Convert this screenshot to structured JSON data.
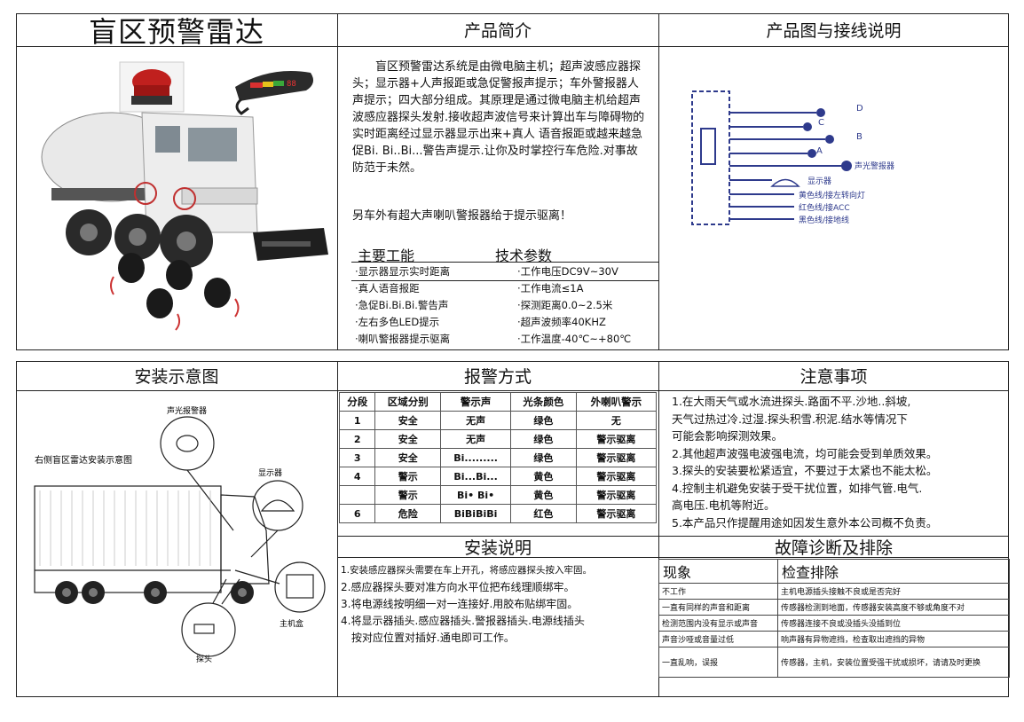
{
  "top": {
    "title": "盲区预警雷达",
    "intro_header": "产品简介",
    "wiring_header": "产品图与接线说明",
    "intro_paragraph": "盲区预警雷达系统是由微电脑主机；超声波感应器探头；显示器+人声报距或急促警报声提示；车外警报器人声提示；四大部分组成。其原理是通过微电脑主机给超声波感应器探头发射.接收超声波信号来计算出车与障碍物的实时距离经过显示器显示出来+真人  语音报距或越来越急促Bi. Bi..Bi...警告声提示.让你及时掌控行车危险.对事故防范于未然。",
    "extra_note": "另车外有超大声喇叭警报器给于提示驱离！",
    "functions_header": "主要工能",
    "specs_header": "技术参数",
    "functions": [
      "·显示器显示实时距离",
      "·真人语音报距",
      "·急促Bi.Bi.Bi.警告声",
      "·左右多色LED提示",
      "·喇叭警报器提示驱离"
    ],
    "specs": [
      "·工作电压DC9V~30V",
      "·工作电流≤1A",
      "·探测距离0.0~2.5米",
      "·超声波频率40KHZ",
      "·工作温度-40℃~+80℃"
    ],
    "wiring_labels": {
      "d": "D",
      "c": "C",
      "b": "B",
      "a": "A",
      "alarm": "声光警报器",
      "display": "显示器",
      "yellow": "黄色线/接左转向灯",
      "red": "红色线/接ACC",
      "black": "黑色线/接地线"
    },
    "display_digits": "88"
  },
  "bottom": {
    "install_diagram_header": "安装示意图",
    "alarm_mode_header": "报警方式",
    "notes_header": "注意事项",
    "install_instructions_header": "安装说明",
    "fault_header": "故障诊断及排除",
    "diagram_labels": {
      "title": "右侧盲区雷达安装示意图",
      "alarm": "声光报警器",
      "display": "显示器",
      "host": "主机盒",
      "probe": "探头"
    },
    "alarm_table": {
      "headers": [
        "分段",
        "区域分别",
        "警示声",
        "光条颜色",
        "外喇叭警示"
      ],
      "rows": [
        [
          "1",
          "安全",
          "无声",
          "绿色",
          "无"
        ],
        [
          "2",
          "安全",
          "无声",
          "绿色",
          "警示驱离"
        ],
        [
          "3",
          "安全",
          "Bi.........",
          "绿色",
          "警示驱离"
        ],
        [
          "4",
          "警示",
          "Bi...Bi...",
          "黄色",
          "警示驱离"
        ],
        [
          "",
          "警示",
          "Bi• Bi•",
          "黄色",
          "警示驱离"
        ],
        [
          "6",
          "危险",
          "BiBiBiBi",
          "红色",
          "警示驱离"
        ]
      ]
    },
    "notes": [
      "1.在大雨天气或水流进探头.路面不平.沙地..斜坡,",
      "天气过热过冷.过湿.探头积雪.积泥.结水等情况下",
      "可能会影响探测效果。",
      "2.其他超声波强电波强电流，均可能会受到单质效果。",
      "3.探头的安装要松紧适宜，不要过于太紧也不能太松。",
      "4.控制主机避免安装于受干扰位置，如排气管.电气.",
      "高电压.电机等附近。",
      "5.本产品只作提醒用途如因发生意外本公司概不负责。"
    ],
    "install_steps": [
      "1.安装感应器探头需要在车上开孔，将感应器探头按入牢固。",
      "2.感应器探头要对准方向水平位把布线理顺绑牢。",
      "3.将电源线按明细一对一连接好.用胶布贴绑牢固。",
      "4.将显示器插头.感应器插头.警报器插头.电源线插头",
      "按对应位置对插好.通电即可工作。"
    ],
    "fault_table": {
      "headers": [
        "现象",
        "检查排除"
      ],
      "rows": [
        [
          "不工作",
          "主机电源插头接触不良或是否完好"
        ],
        [
          "一直有同样的声音和距离",
          "传感器检测到地面，传感器安装高度不够或角度不对"
        ],
        [
          "检测范围内没有显示或声音",
          "传感器连接不良或没插头没插到位"
        ],
        [
          "声音沙哑或音量过低",
          "响声器有异物遮挡，检查取出遮挡的异物"
        ],
        [
          "一直乱响，误报",
          "传感器，主机，安装位置受强干扰或损坏，请请及时更换"
        ]
      ]
    }
  },
  "colors": {
    "line": "#222222",
    "connector_blue": "#2e3a8c",
    "green": "#3aa83a",
    "yellow": "#e5c21c",
    "red": "#d02525",
    "mixer_body": "#e9e9e9"
  }
}
